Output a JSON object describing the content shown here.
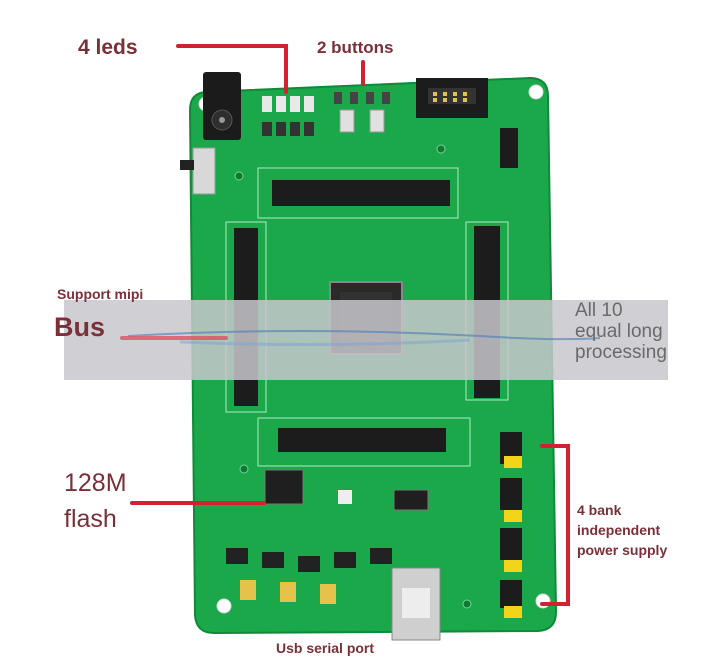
{
  "annotations": {
    "leds": "4 leds",
    "buttons": "2 buttons",
    "mipi": "Support mipi",
    "bus": "Bus",
    "equal_long_lines": [
      "All 10",
      "equal long",
      "processing"
    ],
    "flash_line1": "128M",
    "flash_line2": "flash",
    "bank_lines": [
      "4 bank",
      "independent",
      "power supply"
    ],
    "usb": "Usb serial port"
  },
  "colors": {
    "board": "#1aa84a",
    "board_dark": "#0f8a39",
    "callout": "#d0232f",
    "label": "#7a3038",
    "overlay": "#c8c8cc",
    "header_black": "#1c1c1c",
    "pin_gold": "#e6c24a",
    "jumper_yellow": "#f2d51a"
  }
}
